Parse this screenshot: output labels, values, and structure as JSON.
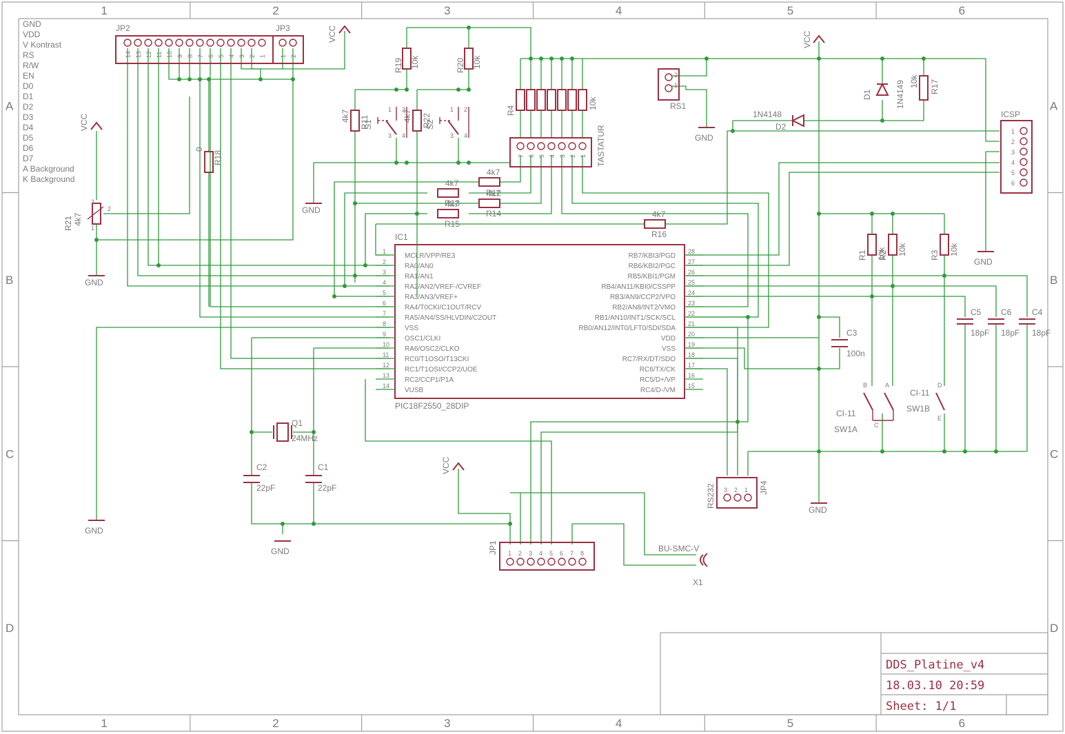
{
  "grid": {
    "cols": [
      "1",
      "2",
      "3",
      "4",
      "5",
      "6"
    ],
    "rows": [
      "A",
      "B",
      "C",
      "D"
    ]
  },
  "lcd_labels": [
    "GND",
    "VDD",
    "V Kontrast",
    "RS",
    "R/W",
    "EN",
    "D0",
    "D1",
    "D2",
    "D3",
    "D4",
    "D5",
    "D6",
    "D7",
    "A Background",
    "K Background"
  ],
  "connectors": {
    "jp2": "JP2",
    "jp2_pins": [
      "14",
      "13",
      "12",
      "11",
      "10",
      "9",
      "8",
      "7",
      "6",
      "5",
      "4",
      "3",
      "2",
      "1"
    ],
    "jp3": "JP3",
    "jp3_pins": [
      "1",
      "2"
    ],
    "jp1": "JP1",
    "jp1_pins": [
      "1",
      "2",
      "3",
      "4",
      "5",
      "6",
      "7",
      "8"
    ],
    "jp4": "JP4",
    "jp4_pins": [
      "3",
      "2",
      "1"
    ],
    "jp4_sub": "RS232",
    "rs1": "RS1",
    "rs1_pins": [
      "2",
      "1"
    ],
    "icsp": "ICSP",
    "icsp_pins": [
      "1",
      "2",
      "3",
      "4",
      "5",
      "6"
    ],
    "tastatur": "TASTATUR",
    "tastatur_pins": [
      "7",
      "6",
      "5",
      "4",
      "3",
      "2",
      "1"
    ],
    "x1": "X1",
    "x1_type": "BU-SMC-V"
  },
  "power": {
    "vcc": "VCC",
    "gnd": "GND"
  },
  "resistors": [
    {
      "name": "R19",
      "value": "10k"
    },
    {
      "name": "R20",
      "value": "10k"
    },
    {
      "name": "R11",
      "value": "4k7"
    },
    {
      "name": "R22",
      "value": "4k7"
    },
    {
      "name": "R18",
      "value": "0"
    },
    {
      "name": "R21",
      "value": "4k7"
    },
    {
      "name": "R4",
      "value": "10k"
    },
    {
      "name": "R12",
      "value": "4k7"
    },
    {
      "name": "R13",
      "value": "4k7"
    },
    {
      "name": "R14",
      "value": "4k7"
    },
    {
      "name": "R15",
      "value": "4k7"
    },
    {
      "name": "R16",
      "value": "4k7"
    },
    {
      "name": "R17",
      "value": "10k"
    },
    {
      "name": "R1",
      "value": "10k"
    },
    {
      "name": "R2",
      "value": "10k"
    },
    {
      "name": "R3",
      "value": "10k"
    }
  ],
  "diodes": [
    {
      "name": "D1",
      "value": "1N4149"
    },
    {
      "name": "D2",
      "value": "1N4148"
    }
  ],
  "switches": [
    {
      "name": "S1",
      "pins": [
        "1",
        "2",
        "3",
        "4"
      ]
    },
    {
      "name": "S2",
      "pins": [
        "1",
        "2",
        "3",
        "4"
      ]
    },
    {
      "name": "SW1A",
      "type": "CI-11",
      "pins": [
        "B",
        "A",
        "C"
      ]
    },
    {
      "name": "SW1B",
      "type": "CI-11",
      "pins": [
        "D",
        "E"
      ]
    }
  ],
  "capacitors": [
    {
      "name": "C1",
      "value": "22pF"
    },
    {
      "name": "C2",
      "value": "22pF"
    },
    {
      "name": "C3",
      "value": "100n"
    },
    {
      "name": "C4",
      "value": "18pF"
    },
    {
      "name": "C5",
      "value": "18pF"
    },
    {
      "name": "C6",
      "value": "18pF"
    }
  ],
  "crystal": {
    "name": "Q1",
    "value": "24MHz"
  },
  "ic": {
    "name": "IC1",
    "part": "PIC18F2550_28DIP",
    "left_pins": [
      {
        "num": "1",
        "label": "MCLR/VPP/RE3"
      },
      {
        "num": "2",
        "label": "RA0/AN0"
      },
      {
        "num": "3",
        "label": "RA1/AN1"
      },
      {
        "num": "4",
        "label": "RA2/AN2/VREF-/CVREF"
      },
      {
        "num": "5",
        "label": "RA3/AN3/VREF+"
      },
      {
        "num": "6",
        "label": "RA4/T0CKI/C1OUT/RCV"
      },
      {
        "num": "7",
        "label": "RA5/AN4/SS/HLVDIN/C2OUT"
      },
      {
        "num": "8",
        "label": "VSS"
      },
      {
        "num": "9",
        "label": "OSC1/CLKI"
      },
      {
        "num": "10",
        "label": "RA6/OSC2/CLKO"
      },
      {
        "num": "11",
        "label": "RC0/T1OSO/T13CKI"
      },
      {
        "num": "12",
        "label": "RC1/T1OSI/CCP2/UOE"
      },
      {
        "num": "13",
        "label": "RC2/CCP1/P1A"
      },
      {
        "num": "14",
        "label": "VUSB"
      }
    ],
    "right_pins": [
      {
        "num": "28",
        "label": "RB7/KBI3/PGD"
      },
      {
        "num": "27",
        "label": "RB6/KBI2/PGC"
      },
      {
        "num": "26",
        "label": "RB5/KBI1/PGM"
      },
      {
        "num": "25",
        "label": "RB4/AN11/KBI0/CSSPP"
      },
      {
        "num": "24",
        "label": "RB3/AN9/CCP2/VPO"
      },
      {
        "num": "23",
        "label": "RB2/AN8/INT2/VMO"
      },
      {
        "num": "22",
        "label": "RB1/AN10/INT1/SCK/SCL"
      },
      {
        "num": "21",
        "label": "RB0/AN12/INT0/LFT0/SDI/SDA"
      },
      {
        "num": "20",
        "label": "VDD"
      },
      {
        "num": "19",
        "label": "VSS"
      },
      {
        "num": "18",
        "label": "RC7/RX/DT/SDO"
      },
      {
        "num": "17",
        "label": "RC6/TX/CK"
      },
      {
        "num": "16",
        "label": "RC5/D+/VP"
      },
      {
        "num": "15",
        "label": "RC4/D-/VM"
      }
    ]
  },
  "title_block": {
    "title": "DDS_Platine_v4",
    "date": "18.03.10 20:59",
    "sheet": "Sheet: 1/1"
  },
  "colors": {
    "part": "#9a3040",
    "wire": "#2f9a3a",
    "text": "#7a7a7a",
    "frame": "#a0a0a0"
  }
}
